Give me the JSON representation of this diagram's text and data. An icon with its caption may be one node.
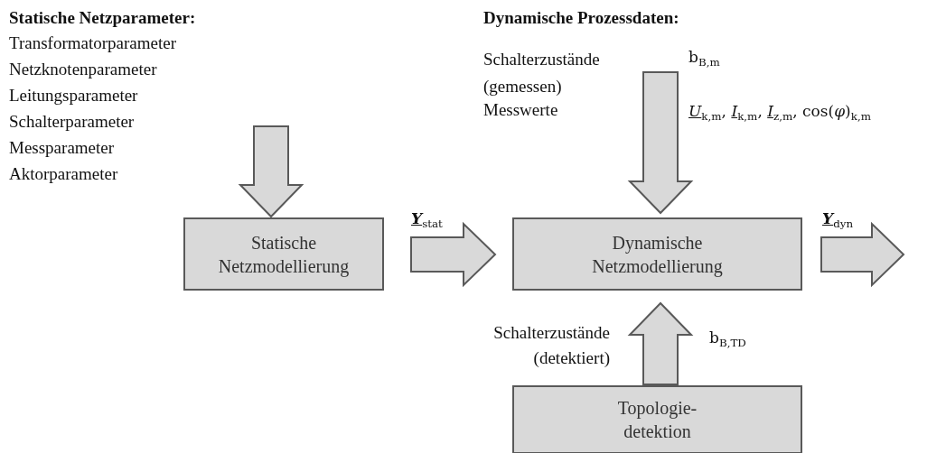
{
  "diagram": {
    "nodes": [
      {
        "text": [
          "Statische Netzmodellierung"
        ]
      },
      {
        "text": [
          "Dynamische Netzmodellierung"
        ]
      },
      {
        "text": [
          "Topologie- detektion"
        ]
      },
      {
        "text": [
          "Statische Netzparameter:",
          "Transformatorparameter",
          "Netzknotenparameter",
          "Leitungsparameter",
          "Schalterparameter",
          "Messparameter",
          "Aktorparameter"
        ]
      },
      {
        "text": [
          "Dynamische Prozessdaten:",
          "Schalterzustände (gemessen)",
          "Messwerte",
          "b$_{B,m}$",
          "*U*$_{k,m}$, *I*$_{k,m}$, *I*$_{z,m}$, cos(*φ*)$_{k,m}$"
        ]
      }
    ],
    "edges": [
      {
        "from": 3,
        "to": 0,
        "arrow": "to"
      },
      {
        "from": 0,
        "to": 1,
        "arrow": "to",
        "label": "*Y*$_{stat}$"
      },
      {
        "from": 4,
        "to": 1,
        "arrow": "to"
      },
      {
        "from": 2,
        "to": 1,
        "arrow": "to",
        "label": "b$_{B,TD}$"
      },
      {
        "from": 1,
        "to": null,
        "arrow": "to",
        "label": "*Y*$_{dyn}$"
      }
    ],
    "labels": [
      "Schalterzustände (detektiert)"
    ]
  }
}
